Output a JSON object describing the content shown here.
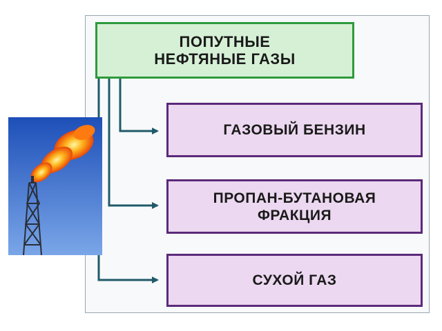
{
  "diagram": {
    "root": {
      "label": "ПОПУТНЫЕ\nНЕФТЯНЫЕ ГАЗЫ"
    },
    "children": [
      {
        "label": "ГАЗОВЫЙ БЕНЗИН"
      },
      {
        "label": "ПРОПАН-БУТАНОВАЯ\nФРАКЦИЯ"
      },
      {
        "label": "СУХОЙ ГАЗ"
      }
    ]
  },
  "photo": {
    "subject": "gas flare stack with flame"
  },
  "colors": {
    "root_fill": "#d6f0d6",
    "root_border": "#2e9a3b",
    "child_fill": "#ecd8f0",
    "child_border": "#5b2a7a",
    "connector": "#1f5a6a"
  }
}
